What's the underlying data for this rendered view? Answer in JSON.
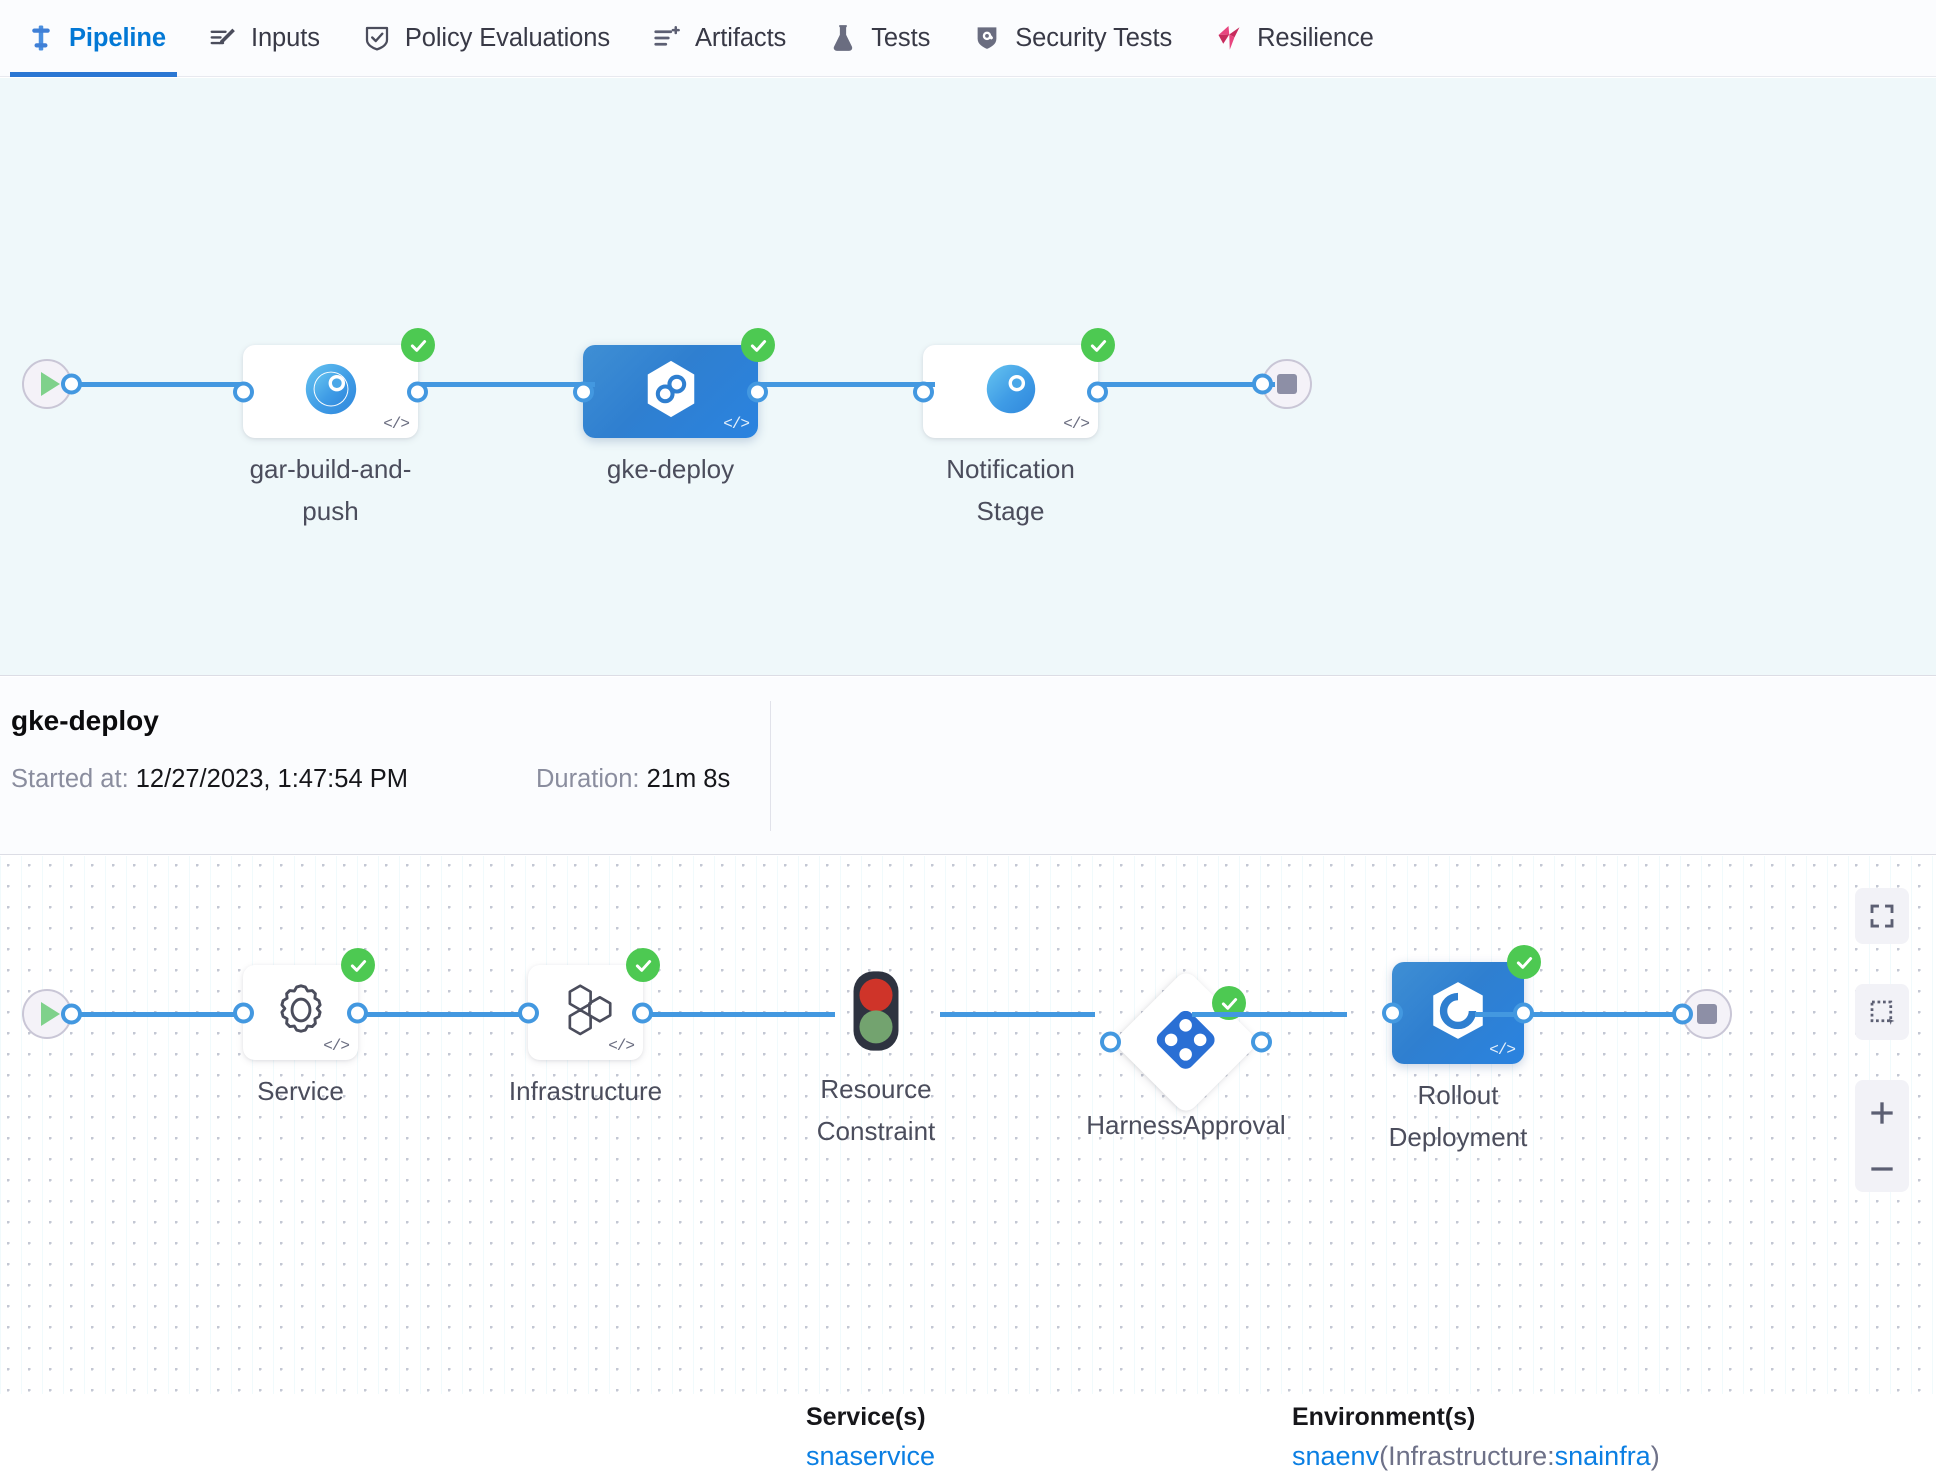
{
  "tabs": [
    {
      "label": "Pipeline",
      "icon": "pipeline-icon",
      "active": true
    },
    {
      "label": "Inputs",
      "icon": "inputs-icon",
      "active": false
    },
    {
      "label": "Policy Evaluations",
      "icon": "policy-shield-icon",
      "active": false
    },
    {
      "label": "Artifacts",
      "icon": "artifacts-list-icon",
      "active": false
    },
    {
      "label": "Tests",
      "icon": "flask-icon",
      "active": false
    },
    {
      "label": "Security Tests",
      "icon": "security-shield-icon",
      "active": false
    },
    {
      "label": "Resilience",
      "icon": "resilience-icon",
      "active": false
    }
  ],
  "pipeline_graph": {
    "start_icon": "play-icon",
    "end_icon": "stop-icon",
    "stages": [
      {
        "name": "gar-build-and-push",
        "icon": "harness-ci-icon",
        "status": "success",
        "selected": false,
        "has_code_icon": true
      },
      {
        "name": "gke-deploy",
        "icon": "harness-cd-icon",
        "status": "success",
        "selected": true,
        "has_code_icon": true
      },
      {
        "name": "Notification Stage",
        "icon": "harness-ci-icon",
        "status": "success",
        "selected": false,
        "has_code_icon": true
      }
    ]
  },
  "detail": {
    "title": "gke-deploy",
    "started_label": "Started at:",
    "started_value": "12/27/2023, 1:47:54 PM",
    "duration_label": "Duration:",
    "duration_value": "21m 8s",
    "service_header": "Service(s)",
    "service_value": "snaservice",
    "environment_header": "Environment(s)",
    "environment_value_name": "snaenv",
    "environment_value_infra_label": "(Infrastructure:",
    "environment_value_infra_name": "snainfra",
    "environment_value_close": ")"
  },
  "execution_graph": {
    "start_icon": "play-icon",
    "end_icon": "stop-icon",
    "steps": [
      {
        "name": "Service",
        "icon": "gear-icon",
        "shape": "card",
        "status": "success",
        "selected": false,
        "has_code_icon": true
      },
      {
        "name": "Infrastructure",
        "icon": "hexagons-icon",
        "shape": "card",
        "status": "success",
        "selected": false,
        "has_code_icon": true
      },
      {
        "name": "Resource Constraint",
        "icon": "traffic-light-icon",
        "shape": "bare",
        "status": "none",
        "selected": false,
        "has_code_icon": false
      },
      {
        "name": "HarnessApproval",
        "icon": "approval-icon",
        "shape": "diamond",
        "status": "success",
        "selected": false,
        "has_code_icon": false
      },
      {
        "name": "Rollout Deployment",
        "icon": "rollout-icon",
        "shape": "card",
        "status": "success",
        "selected": true,
        "has_code_icon": true
      }
    ]
  },
  "zoom_controls": [
    {
      "name": "fit-to-screen-button",
      "icon": "fullscreen-icon"
    },
    {
      "name": "selection-box-button",
      "icon": "dotted-square-icon"
    },
    {
      "name": "zoom-in-button",
      "icon": "plus-icon"
    },
    {
      "name": "zoom-out-button",
      "icon": "minus-icon"
    }
  ],
  "colors": {
    "accent_blue": "#2a77d3",
    "link_blue": "#0b7fe3",
    "success_green": "#4dc952",
    "selected_node": "#2f7fd0",
    "panel_bg": "#eff8fa"
  }
}
